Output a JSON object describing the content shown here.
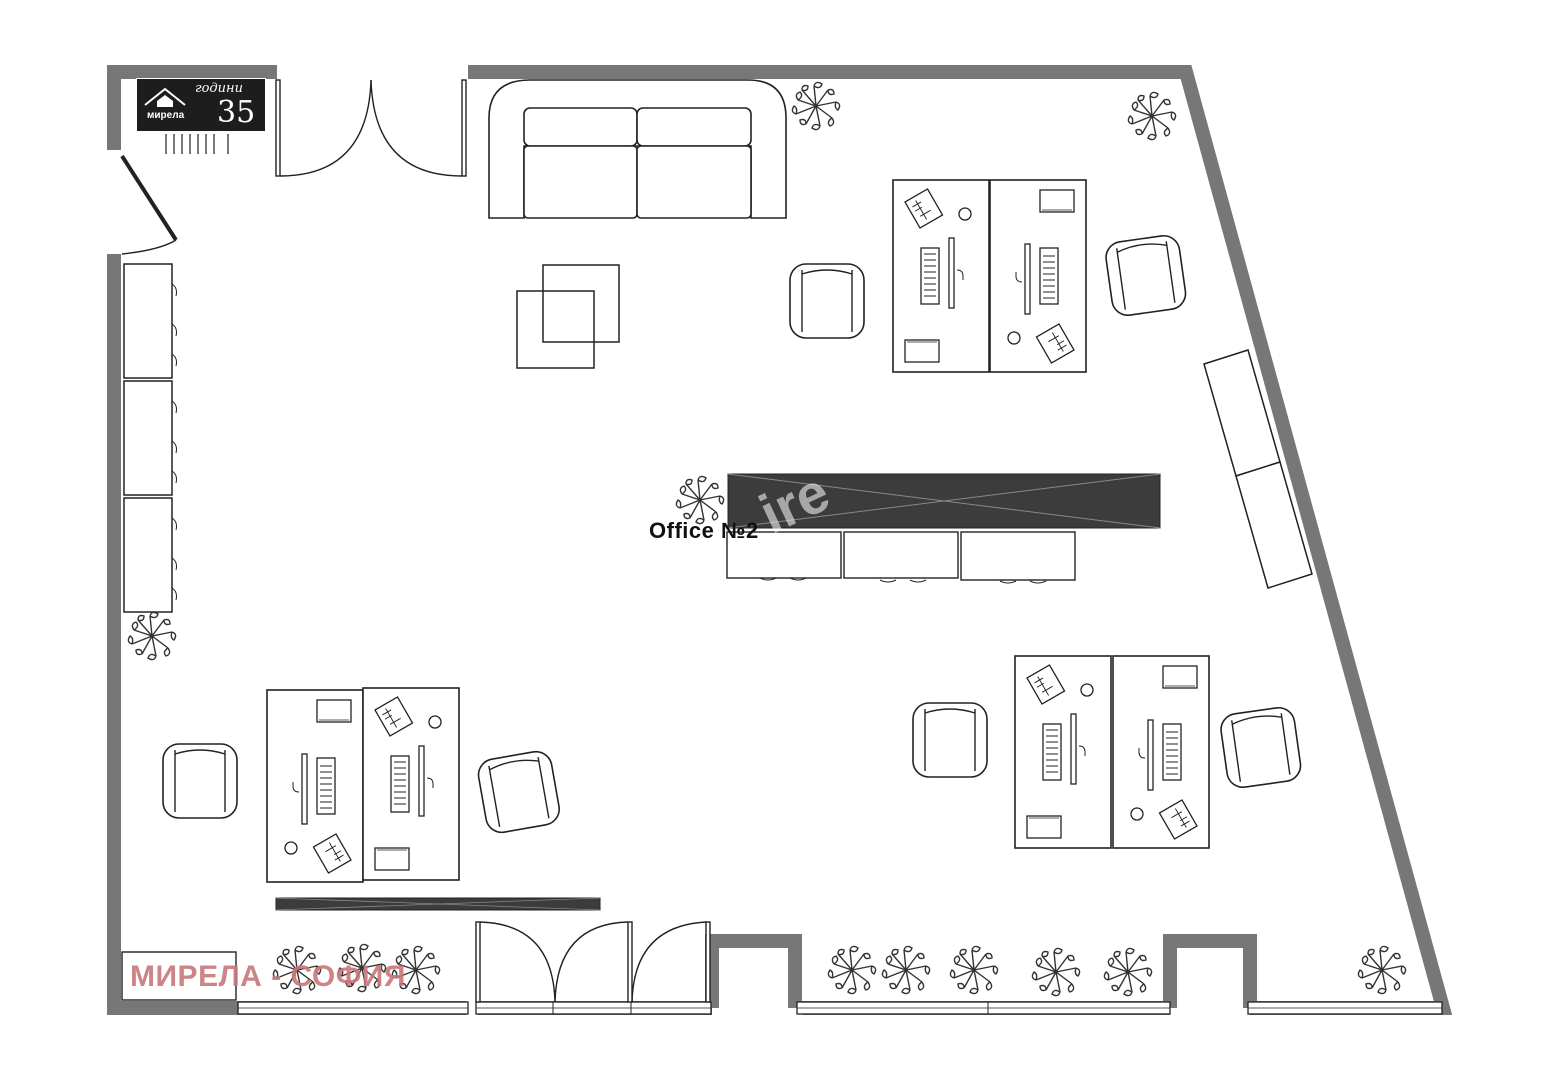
{
  "room": {
    "label": "Office №2"
  },
  "watermark": {
    "text": "МИРЕЛА - СОФИЯ",
    "color": "#c8777a"
  },
  "logo": {
    "brand": "мирела",
    "years_word": "години",
    "years_number": "35"
  },
  "faint_watermark": {
    "text": "ire"
  },
  "colors": {
    "wall": "#777777",
    "line": "#222222",
    "dark_panel": "#3c3c3c"
  }
}
